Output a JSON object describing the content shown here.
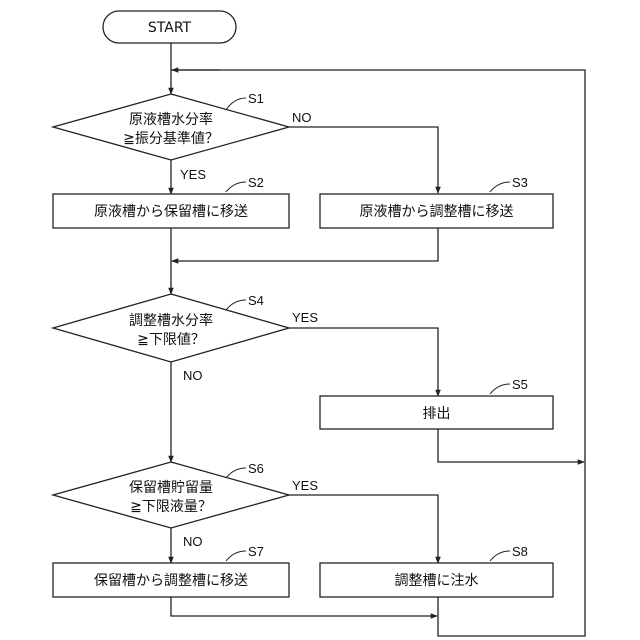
{
  "start": {
    "label": "START"
  },
  "steps": {
    "s1": {
      "id": "S1",
      "line1": "原液槽水分率",
      "line2": "≧振分基準値？"
    },
    "s2": {
      "id": "S2",
      "text": "原液槽から保留槽に移送"
    },
    "s3": {
      "id": "S3",
      "text": "原液槽から調整槽に移送"
    },
    "s4": {
      "id": "S4",
      "line1": "調整槽水分率",
      "line2": "≧下限値？"
    },
    "s5": {
      "id": "S5",
      "text": "排出"
    },
    "s6": {
      "id": "S6",
      "line1": "保留槽貯留量",
      "line2": "≧下限液量？"
    },
    "s7": {
      "id": "S7",
      "text": "保留槽から調整槽に移送"
    },
    "s8": {
      "id": "S8",
      "text": "調整槽に注水"
    }
  },
  "branches": {
    "s1_yes": "YES",
    "s1_no": "NO",
    "s4_yes": "YES",
    "s4_no": "NO",
    "s6_yes": "YES",
    "s6_no": "NO"
  }
}
